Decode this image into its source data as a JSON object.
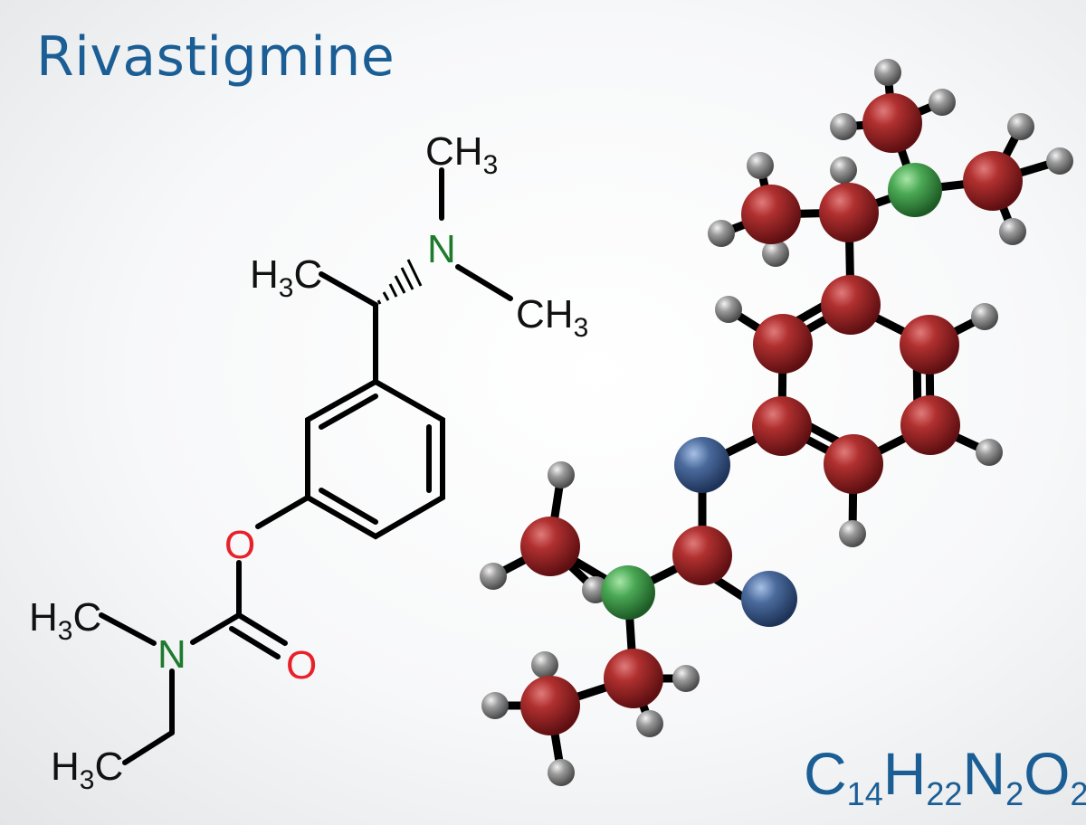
{
  "title": "Rivastigmine",
  "formula": {
    "C": "C",
    "c_count": "14",
    "H": "H",
    "h_count": "22",
    "N": "N",
    "n_count": "2",
    "O": "O",
    "o_count": "2"
  },
  "skeletal": {
    "methyl_top": {
      "main": "CH",
      "sub": "3"
    },
    "methyl_left": {
      "main": "H",
      "sub": "3",
      "rest": "C"
    },
    "methyl_right": {
      "main": "CH",
      "sub": "3"
    },
    "amine_n": "N",
    "ester_o": "O",
    "carbonyl_o": "O",
    "carbamate_n": "N",
    "n_methyl": {
      "main": "H",
      "sub": "3",
      "rest": "C"
    },
    "ethyl_methyl": {
      "main": "H",
      "sub": "3",
      "rest": "C"
    }
  },
  "colors": {
    "title": "#1b5e95",
    "nitrogen_label": "#1f7a2e",
    "oxygen_label": "#e8202a",
    "carbon_atom": "#a3272a",
    "nitrogen_atom": "#3f9a48",
    "oxygen_atom": "#3f5f8e",
    "hydrogen_atom": "#8c8c8c"
  }
}
